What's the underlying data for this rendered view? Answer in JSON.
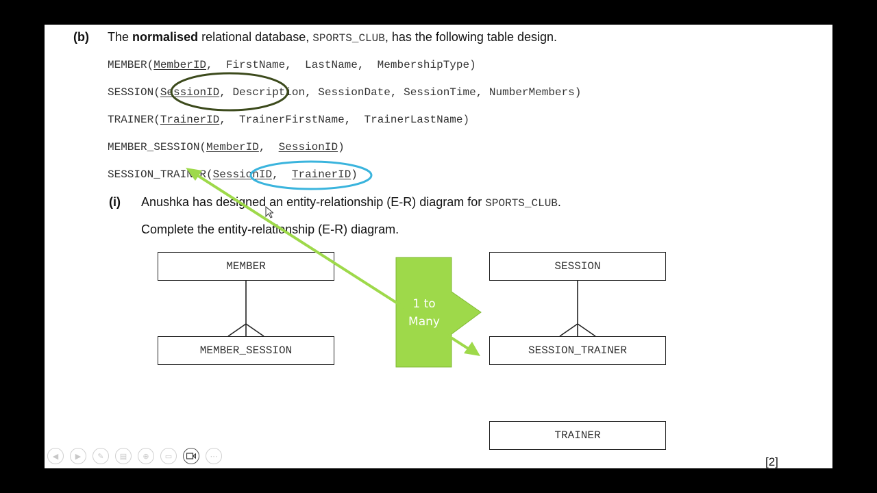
{
  "question": {
    "part": "(b)",
    "intro_pre": "The",
    "intro_bold": "normalised",
    "intro_mid": "relational database,",
    "db_name": "SPORTS_CLUB",
    "intro_post": ", has the following table design.",
    "subpart": "(i)",
    "subpart_text": "Anushka has designed an entity-relationship (E-R) diagram for",
    "subpart_db": "SPORTS_CLUB",
    "subpart_end": ".",
    "instruction": "Complete the entity-relationship (E-R) diagram.",
    "marks": "[2]"
  },
  "tables": {
    "member": {
      "name": "MEMBER",
      "open": "(",
      "key": "MemberID",
      "rest": ",  FirstName,  LastName,  MembershipType)"
    },
    "session": {
      "name": "SESSION",
      "open": "(",
      "key": "SessionID",
      "rest": ", Description, SessionDate, SessionTime, NumberMembers)"
    },
    "trainer": {
      "name": "TRAINER",
      "open": "(",
      "key": "TrainerID",
      "rest": ",  TrainerFirstName,  TrainerLastName)"
    },
    "member_session": {
      "name": "MEMBER_SESSION",
      "open": "(",
      "key1": "MemberID",
      "sep": ",  ",
      "key2": "SessionID",
      "close": ")"
    },
    "session_trainer": {
      "name": "SESSION_TRAINER",
      "open": "(",
      "key1": "SessionID",
      "sep": ",  ",
      "key2": "TrainerID",
      "close": ")"
    }
  },
  "entities": {
    "member": "MEMBER",
    "member_session": "MEMBER_SESSION",
    "session": "SESSION",
    "session_trainer": "SESSION_TRAINER",
    "trainer": "TRAINER"
  },
  "annotation": {
    "label": "1 to Many",
    "color_green": "#9ed94a",
    "circle_dark": "#3c4a1c",
    "circle_blue": "#3ab4dd"
  },
  "toolbar": {
    "icons": [
      "prev-icon",
      "next-icon",
      "pen-icon",
      "slides-icon",
      "zoom-icon",
      "subtitles-icon",
      "camera-icon",
      "more-icon"
    ]
  }
}
